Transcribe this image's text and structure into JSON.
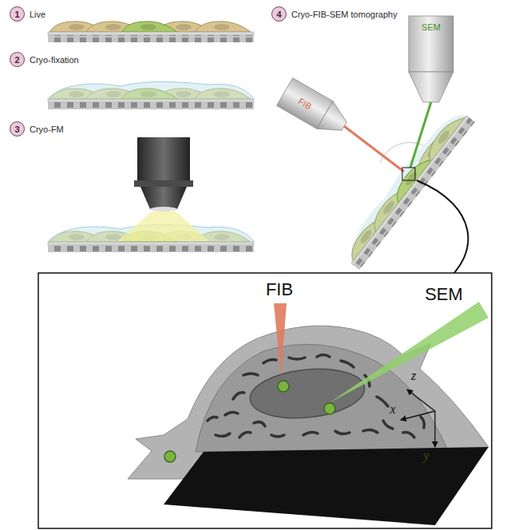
{
  "diagram": {
    "nodes": [
      {
        "text": [
          "1",
          "Live"
        ]
      },
      {
        "text": [
          "2",
          "Cryo-fixation"
        ]
      },
      {
        "text": [
          "3",
          "Cryo-FM"
        ]
      },
      {
        "text": [
          "4",
          "Cryo-FIB-SEM tomography"
        ]
      }
    ],
    "labels": [
      "SEM",
      "FIB",
      "FIB",
      "SEM",
      "z",
      "x",
      "y"
    ]
  }
}
